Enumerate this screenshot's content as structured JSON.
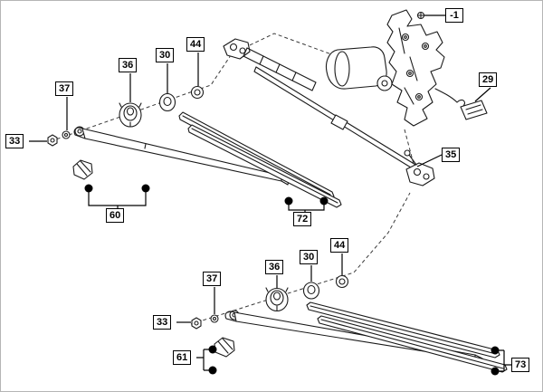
{
  "colors": {
    "background": "#ffffff",
    "line": "#1a1a1a",
    "label_border": "#000000",
    "label_text": "#000000",
    "callout_dot": "#000000"
  },
  "callouts": {
    "motor_assembly": "-1",
    "wiring_harness": "29",
    "bushing_upper": "30",
    "nut33_upper": "33",
    "linkage": "35",
    "cap_upper": "36",
    "nut37_upper": "37",
    "nut44_upper": "44",
    "arm_set_upper": "60",
    "blade_set_upper": "72",
    "nut44_lower": "44",
    "bushing_lower": "30",
    "cap_lower": "36",
    "nut37_lower": "37",
    "nut33_lower": "33",
    "arm_set_lower": "61",
    "blade_set_lower": "73"
  }
}
